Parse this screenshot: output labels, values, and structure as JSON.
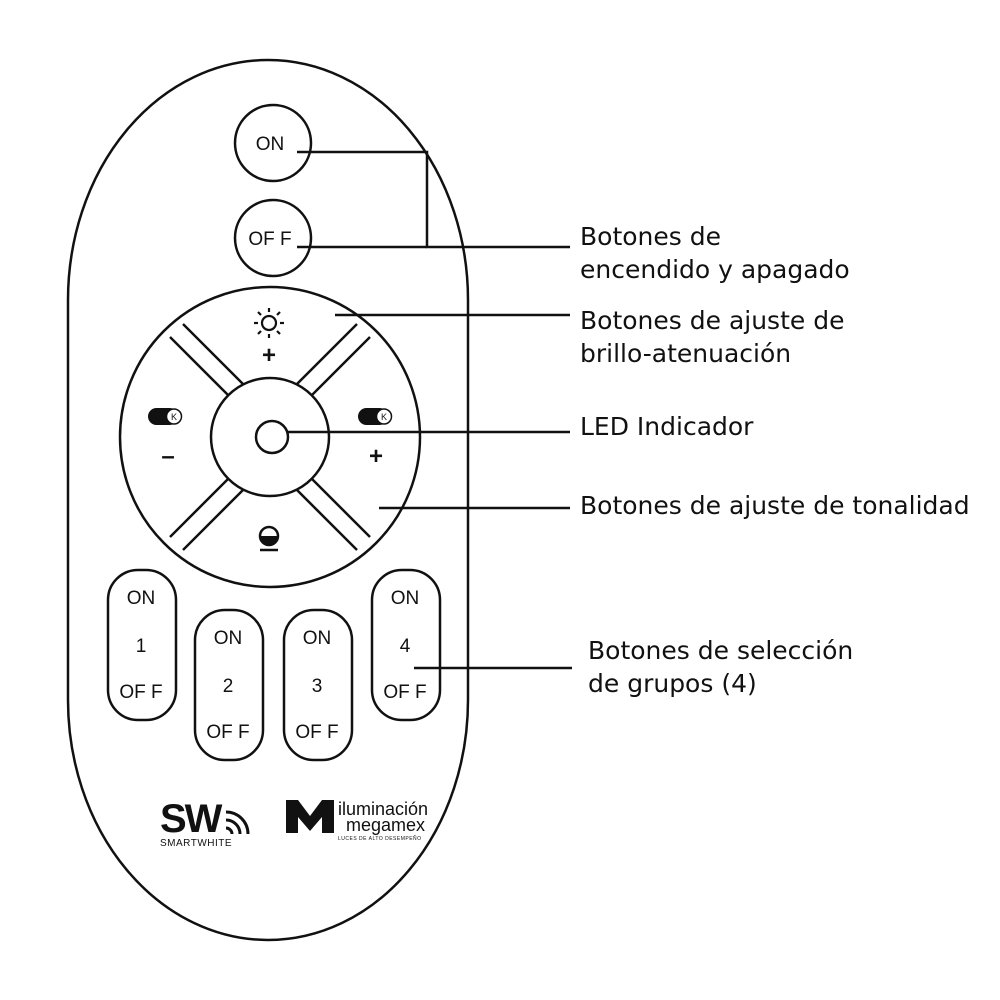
{
  "power": {
    "on_label": "ON",
    "off_label": "OF F"
  },
  "dial": {
    "plus_label": "+",
    "minus_label": "–",
    "k_label": "K"
  },
  "groups": [
    {
      "on_label": "ON",
      "number": "1",
      "off_label": "OF F"
    },
    {
      "on_label": "ON",
      "number": "2",
      "off_label": "OF F"
    },
    {
      "on_label": "ON",
      "number": "3",
      "off_label": "OF F"
    },
    {
      "on_label": "ON",
      "number": "4",
      "off_label": "OF F"
    }
  ],
  "brand": {
    "sw_text": "SW",
    "smartwhite_text": "SMARTWHITE",
    "megamex_line1": "iluminación",
    "megamex_line2": "megamex",
    "megamex_tagline": "LUCES DE ALTO DESEMPEÑO"
  },
  "annotations": {
    "power": [
      "Botones de",
      "encendido y apagado"
    ],
    "brightness": [
      "Botones de ajuste de",
      "brillo-atenuación"
    ],
    "led": "LED Indicador",
    "tone": "Botones de ajuste de tonalidad",
    "groups": [
      "Botones de selección",
      "de grupos (4)"
    ]
  },
  "colors": {
    "stroke": "#111111",
    "background": "#ffffff"
  }
}
